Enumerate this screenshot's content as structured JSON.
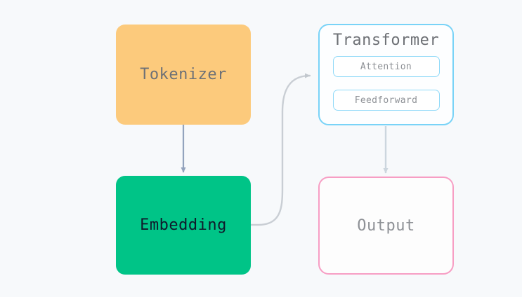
{
  "diagram": {
    "title": "",
    "background_color": "#f7f9fb",
    "nodes": [
      {
        "id": "tokenizer",
        "label": "Tokenizer",
        "fill": "#fcca7c",
        "text_color": "#6e7176",
        "shape": "rounded-rect"
      },
      {
        "id": "embedding",
        "label": "Embedding",
        "fill": "#00c487",
        "text_color": "#0f1a2b",
        "shape": "rounded-rect"
      },
      {
        "id": "transformer",
        "label": "Transformer",
        "fill": "#fdfeff",
        "border": "#79d3f7",
        "text_color": "#6e7176",
        "shape": "rounded-rect-group",
        "children": [
          {
            "id": "attention",
            "label": "Attention",
            "border": "#8fd9f8",
            "text_color": "#8e9196"
          },
          {
            "id": "feedforward",
            "label": "Feedforward",
            "border": "#8fd9f8",
            "text_color": "#8e9196"
          }
        ]
      },
      {
        "id": "output",
        "label": "Output",
        "fill": "#fdfdfd",
        "border": "#f79ec4",
        "text_color": "#8e9196",
        "shape": "rounded-rect"
      }
    ],
    "edges": [
      {
        "id": "tokenizer-to-embedding",
        "from": "tokenizer",
        "to": "embedding",
        "style": "straight-vertical",
        "color": "#93a3bd",
        "arrowhead": "filled-triangle"
      },
      {
        "id": "embedding-to-transformer",
        "from": "embedding",
        "to": "transformer",
        "style": "s-curve",
        "color": "#c9ced4",
        "arrowhead": "filled-triangle"
      },
      {
        "id": "transformer-to-output",
        "from": "transformer",
        "to": "output",
        "style": "straight-vertical",
        "color": "#ccd6de",
        "arrowhead": "filled-triangle"
      }
    ]
  }
}
